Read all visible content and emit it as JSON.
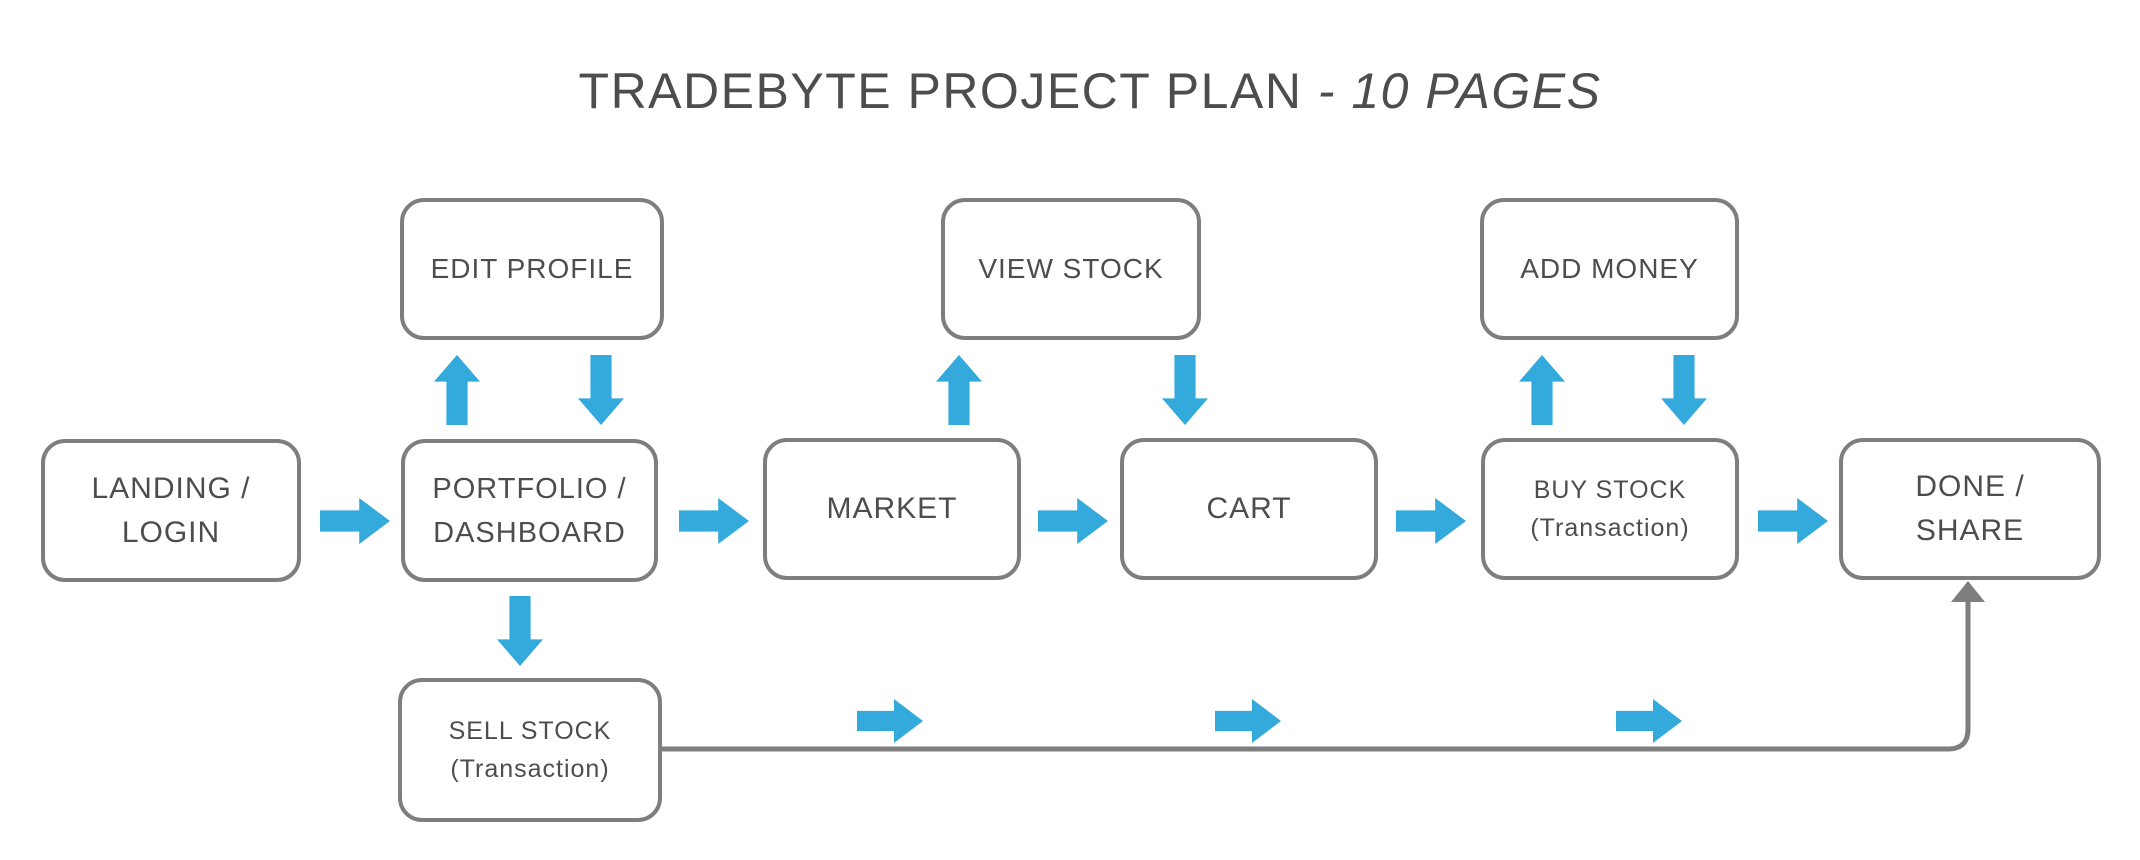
{
  "title": {
    "main": "TRADEBYTE PROJECT PLAN",
    "suffix": " - 10 PAGES"
  },
  "colors": {
    "accent_blue": "#33a9dc",
    "connector_gray": "#7e7e7e",
    "text_gray": "#4d4d4d",
    "background": "#ffffff"
  },
  "nodes": {
    "landing": {
      "line1": "LANDING /",
      "line2": "LOGIN"
    },
    "portfolio": {
      "line1": "PORTFOLIO /",
      "line2": "DASHBOARD"
    },
    "market": {
      "line1": "MARKET"
    },
    "cart": {
      "line1": "CART"
    },
    "buy_stock": {
      "line1": "BUY STOCK",
      "line2": "(Transaction)"
    },
    "done": {
      "line1": "DONE /",
      "line2": "SHARE"
    },
    "edit_profile": {
      "line1": "EDIT PROFILE"
    },
    "view_stock": {
      "line1": "VIEW STOCK"
    },
    "add_money": {
      "line1": "ADD MONEY"
    },
    "sell_stock": {
      "line1": "SELL STOCK",
      "line2": "(Transaction)"
    }
  }
}
